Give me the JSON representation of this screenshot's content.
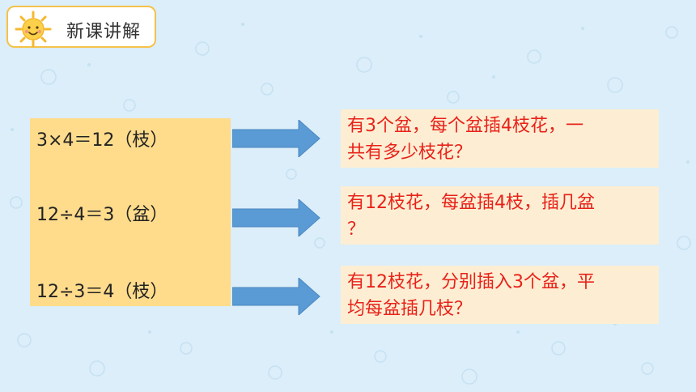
{
  "header": {
    "title": "新课讲解"
  },
  "equations": [
    {
      "text": "3×4＝12（枝）"
    },
    {
      "text": "12÷4＝3（盆）"
    },
    {
      "text": "12÷3＝4（枝）"
    }
  ],
  "questions": [
    {
      "line1": "有3个盆，每个盆插4枝花，一",
      "line2": "共有多少枝花？"
    },
    {
      "line1": "有12枝花，每盆插4枝，插几盆",
      "line2": "？"
    },
    {
      "line1": "有12枝花，分别插入3个盆，平",
      "line2": "均每盆插几枝？"
    }
  ],
  "colors": {
    "background": "#dbeef9",
    "equation_panel": "#fedc8c",
    "question_box": "#fdeed3",
    "question_text": "#e8221a",
    "arrow": "#5b9bd5",
    "badge_border": "#f5c24a"
  }
}
